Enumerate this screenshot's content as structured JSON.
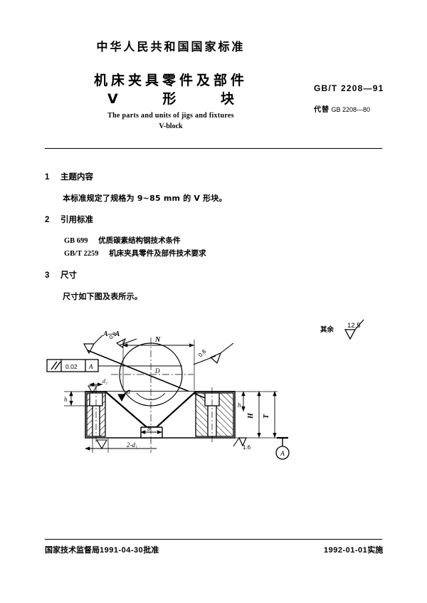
{
  "header": {
    "national_title": "中华人民共和国国家标准",
    "doc_title_line1": "机床夹具零件及部件",
    "doc_title_line2": "V 形 块",
    "english_title_line1": "The parts and units of jigs and fixtures",
    "english_title_line2": "V-block",
    "standard_number": "GB/T 2208—91",
    "replaces_label": "代替",
    "replaces_number": "GB 2208—80"
  },
  "sections": [
    {
      "number": "1",
      "title": "主题内容",
      "body": "本标准规定了规格为 9~85 mm 的 V 形块。"
    },
    {
      "number": "2",
      "title": "引用标准",
      "references": [
        {
          "code": "GB 699",
          "name": "优质碳素结构钢技术条件"
        },
        {
          "code": "GB/T 2259",
          "name": "机床夹具零件及部件技术要求"
        }
      ]
    },
    {
      "number": "3",
      "title": "尺寸",
      "body": "尺寸如下图及表所示。"
    }
  ],
  "drawing": {
    "section_label": "A—A",
    "general_finish_label": "其余",
    "general_finish_value": "12.5",
    "tolerance_frame": {
      "symbol": "∥",
      "value": "0.02",
      "datum": "A"
    },
    "datum_label": "A",
    "dimensions": {
      "width_N": "N",
      "groove_width_b": "b",
      "bore_diameter_D": "D",
      "angle_alpha": "α",
      "height_h": "h",
      "height_h1": "h₁",
      "height_H": "H",
      "height_T": "T",
      "hole_note": "2-d₁",
      "counterbore_d2": "d₂"
    },
    "surface_finishes": [
      "0.8",
      "0.8",
      "1.6"
    ]
  },
  "footer": {
    "issuer": "国家技术监督局",
    "approval_date": "1991-04-30",
    "approval_suffix": "批准",
    "effective_date": "1992-01-01",
    "effective_suffix": "实施"
  }
}
